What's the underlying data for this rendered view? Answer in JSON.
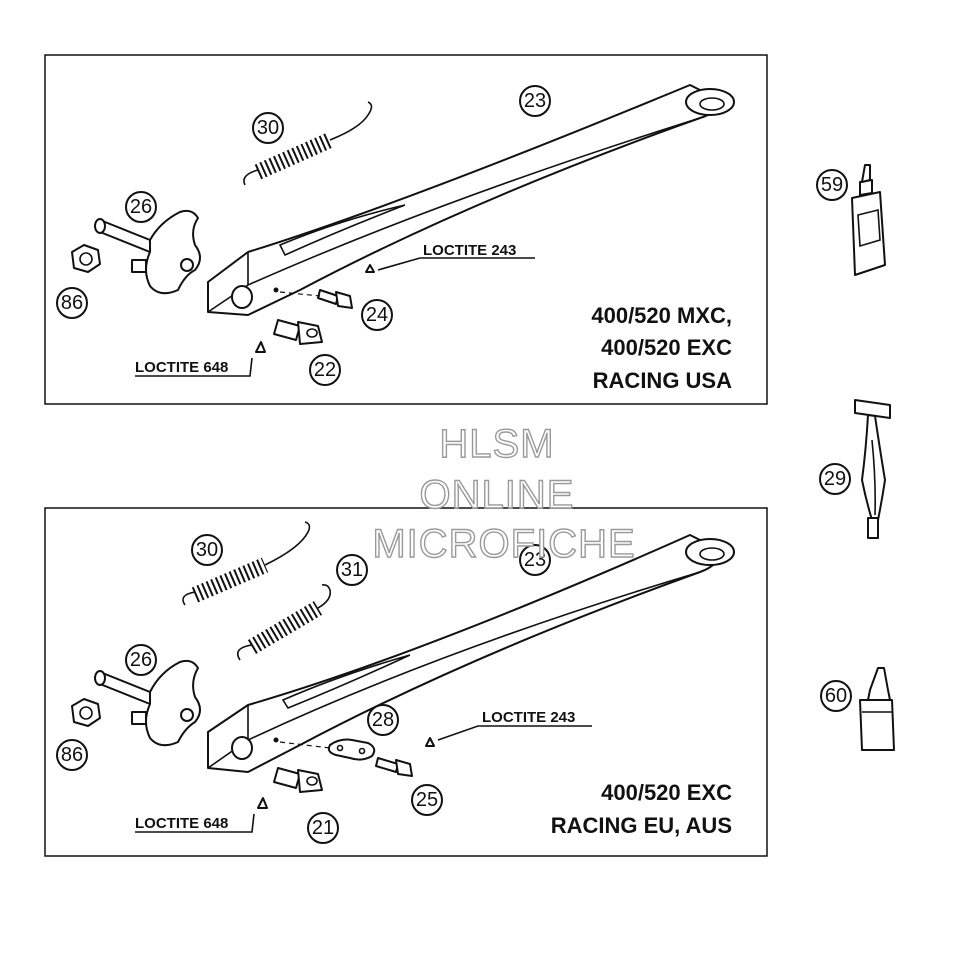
{
  "panels": [
    {
      "models": [
        "400/520 MXC,",
        "400/520 EXC",
        "RACING USA"
      ],
      "loctite_top": "LOCTITE 243",
      "loctite_bottom": "LOCTITE 648",
      "parts": [
        "23",
        "30",
        "26",
        "86",
        "24",
        "22"
      ]
    },
    {
      "models": [
        "400/520 EXC",
        "RACING EU, AUS"
      ],
      "loctite_top": "LOCTITE 243",
      "loctite_bottom": "LOCTITE 648",
      "parts": [
        "30",
        "31",
        "23",
        "26",
        "86",
        "28",
        "25",
        "21"
      ]
    }
  ],
  "accessories": [
    "59",
    "29",
    "60"
  ],
  "watermark": [
    "HLSM",
    "ONLINE",
    "MICROFICHE"
  ]
}
